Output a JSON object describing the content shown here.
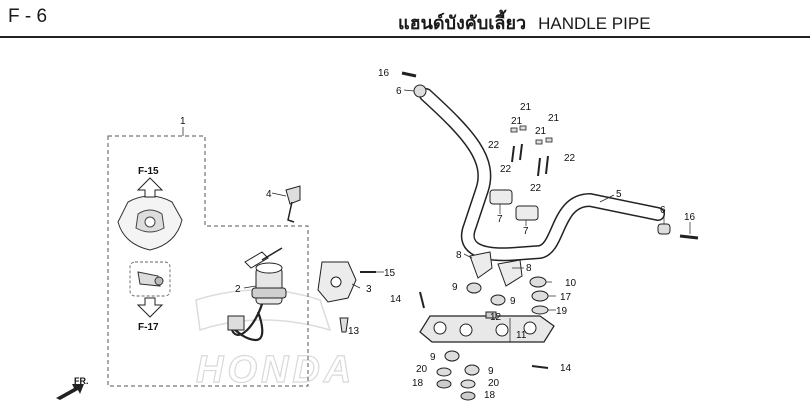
{
  "header": {
    "code": "F - 6",
    "title_th": "แฮนด์บังคับเลี้ยว",
    "title_en": "HANDLE PIPE"
  },
  "references": {
    "up": "F-15",
    "down": "F-17",
    "front": "FR."
  },
  "watermark": "HONDA",
  "callouts": [
    "1",
    "2",
    "3",
    "4",
    "5",
    "6",
    "6",
    "7",
    "7",
    "8",
    "8",
    "9",
    "9",
    "9",
    "9",
    "10",
    "11",
    "12",
    "13",
    "14",
    "14",
    "15",
    "16",
    "16",
    "17",
    "18",
    "18",
    "19",
    "20",
    "20",
    "21",
    "21",
    "21",
    "21",
    "22",
    "22",
    "22",
    "22"
  ]
}
